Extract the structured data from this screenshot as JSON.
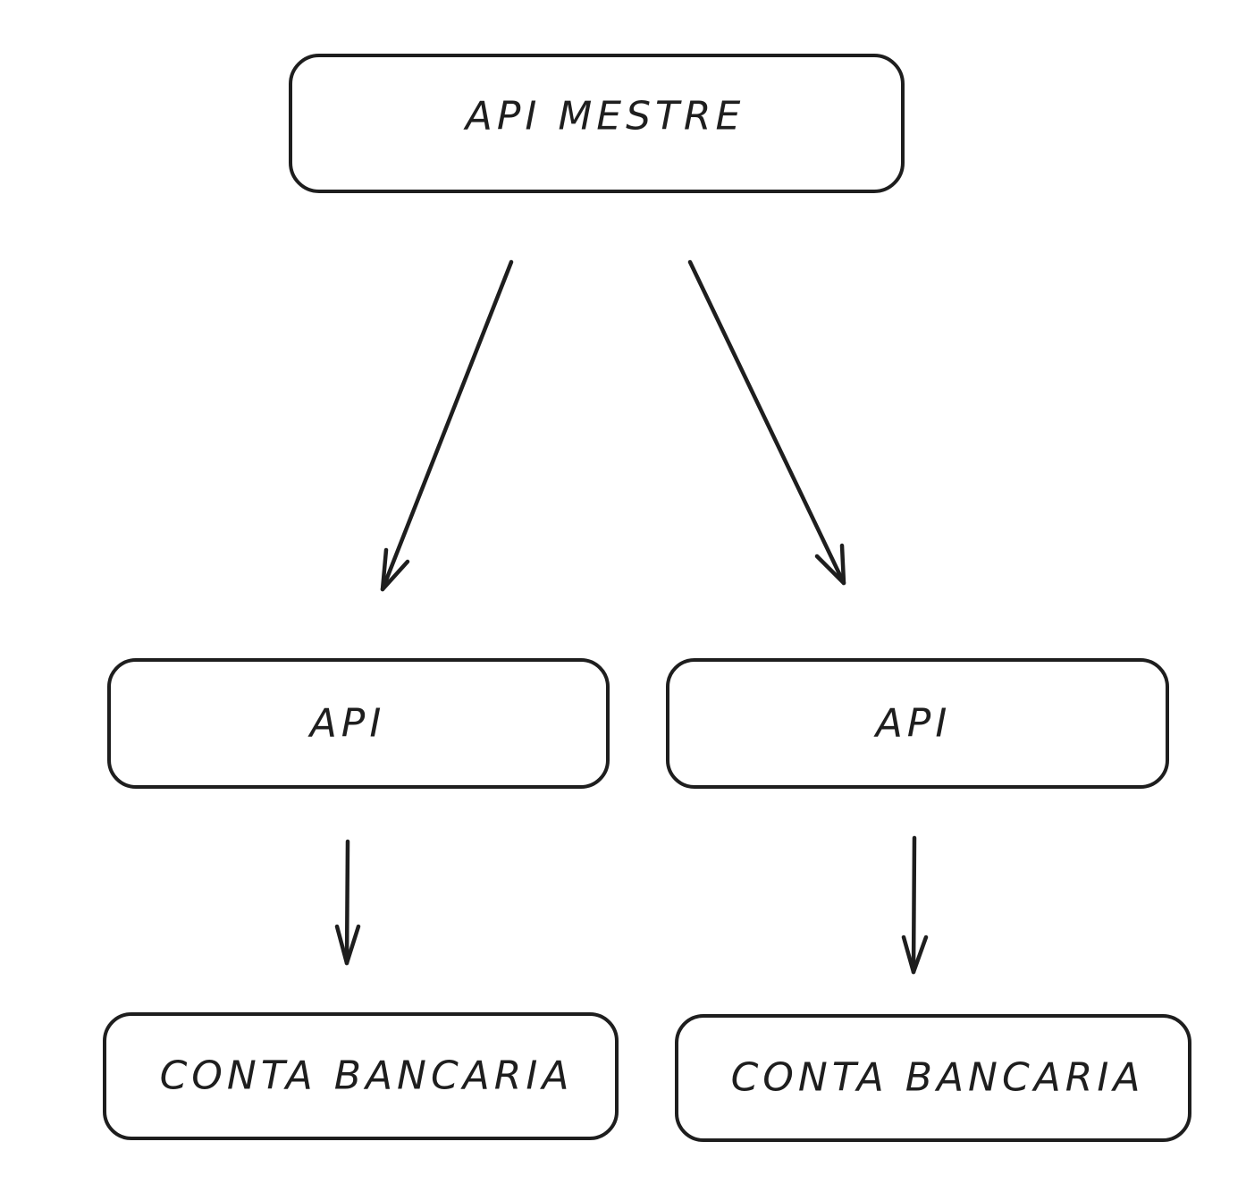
{
  "colors": {
    "stroke": "#1e1e1e",
    "background": "#ffffff"
  },
  "nodes": {
    "master": {
      "label": "API MESTRE"
    },
    "api_left": {
      "label": "API"
    },
    "api_right": {
      "label": "API"
    },
    "account_left": {
      "label": "CONTA BANCARIA"
    },
    "account_right": {
      "label": "CONTA BANCARIA"
    }
  },
  "edges": [
    {
      "from": "master",
      "to": "api_left"
    },
    {
      "from": "master",
      "to": "api_right"
    },
    {
      "from": "api_left",
      "to": "account_left"
    },
    {
      "from": "api_right",
      "to": "account_right"
    }
  ]
}
